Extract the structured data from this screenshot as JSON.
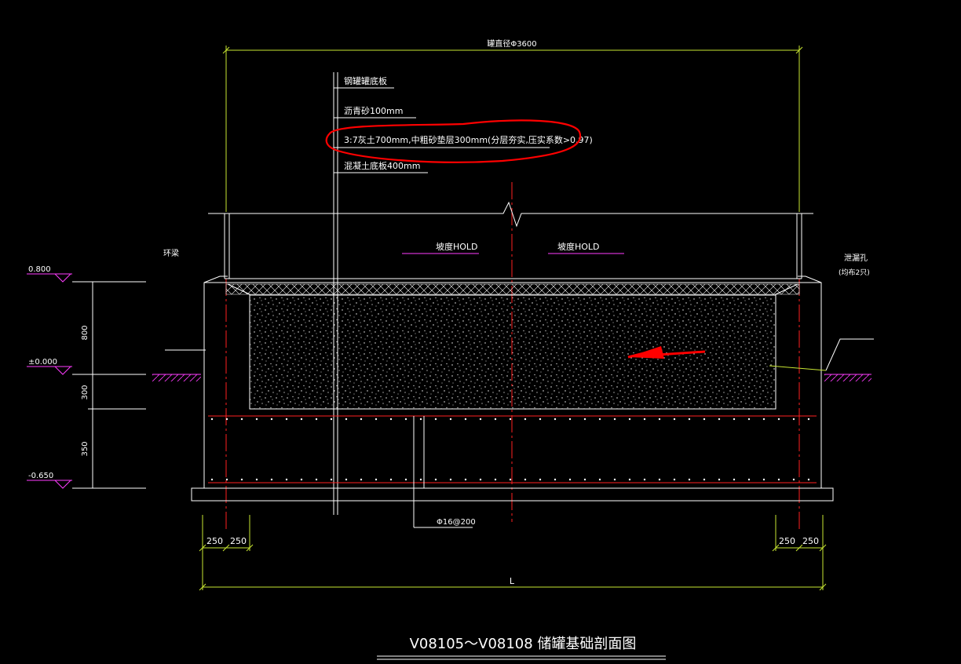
{
  "title": "V08105～V08108 储罐基础剖面图",
  "tank_diameter_label": "罐直径Φ3600",
  "layers": [
    "钢罐罐底板",
    "沥青砂100mm",
    "3:7灰土700mm,中粗砂垫层300mm(分层夯实,压实系数>0.97)",
    "混凝土底板400mm"
  ],
  "hold_labels": [
    "坡度HOLD",
    "坡度HOLD"
  ],
  "left_label": "环梁",
  "right_label_line1": "泄漏孔",
  "right_label_line2": "(均布2只)",
  "elevations": [
    "0.800",
    "±0.000",
    "-0.650"
  ],
  "vertical_dims": [
    "800",
    "300",
    "350"
  ],
  "bottom_dims_left": [
    "250",
    "250"
  ],
  "bottom_dims_right": [
    "250",
    "250"
  ],
  "overall_dim": "L",
  "rebar_label": "Φ16@200",
  "colors": {
    "background": "#000000",
    "line": "#ffffff",
    "dimension": "#c8e632",
    "centerline": "#ff2020",
    "elevation_mark": "#ff3cff",
    "annotation": "#ff0000"
  }
}
